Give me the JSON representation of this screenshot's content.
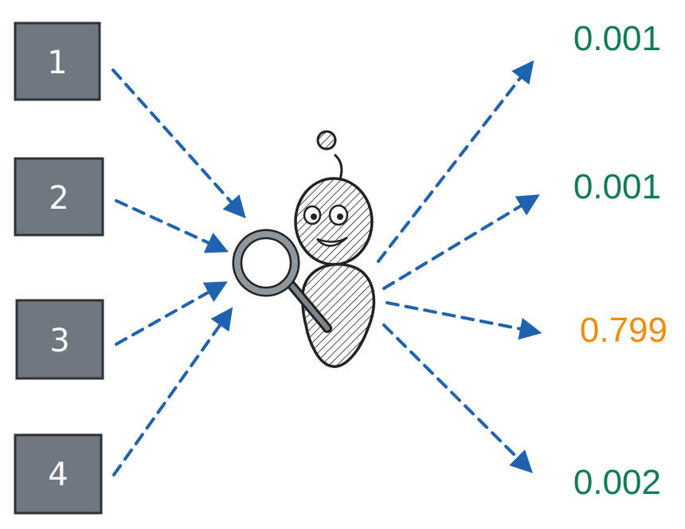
{
  "colors": {
    "box_fill": "#6f7780",
    "box_stroke": "#2f3338",
    "arrow": "#1f62ad",
    "score_low": "#0e7b54",
    "score_high": "#f08c00",
    "figure_stroke": "#222222",
    "figure_fill": "#9aa0a6"
  },
  "inputs": [
    {
      "label": "1"
    },
    {
      "label": "2"
    },
    {
      "label": "3"
    },
    {
      "label": "4"
    }
  ],
  "outputs": [
    {
      "value": "0.001",
      "color_key": "score_low"
    },
    {
      "value": "0.001",
      "color_key": "score_low"
    },
    {
      "value": "0.799",
      "color_key": "score_high"
    },
    {
      "value": "0.002",
      "color_key": "score_low"
    }
  ],
  "icons": {
    "center": "robot-with-magnifier-icon"
  }
}
